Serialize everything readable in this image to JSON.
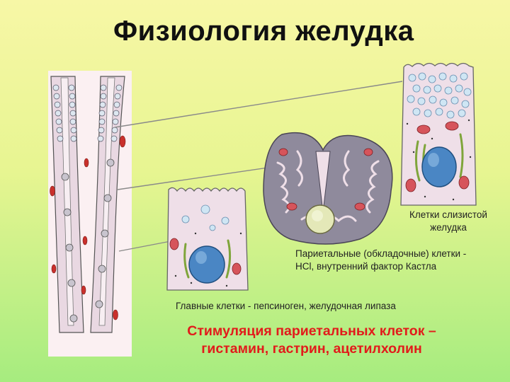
{
  "title": "Физиология желудка",
  "labels": {
    "mucous_line1": "Клетки слизистой",
    "mucous_line2": "желудка",
    "parietal_line1": "Париетальные (обкладочные) клетки -",
    "parietal_line2": "HCl, внутренний фактор Кастла",
    "chief": "Главные клетки - пепсиноген, желудочная липаза"
  },
  "stimulation": {
    "line1": "Стимуляция париетальных клеток –",
    "line2": "гистамин, гастрин, ацетилхолин"
  },
  "colors": {
    "background_top": "#f7f7a6",
    "background_bottom": "#a6ec7f",
    "stimulation_text": "#e21b1b",
    "cell_fill": "#efdfe8",
    "parietal_fill": "#8f8a9c",
    "nucleus": "#4a86c4",
    "mitochondria": "#d6545b",
    "golgi": "#7fa53b"
  }
}
